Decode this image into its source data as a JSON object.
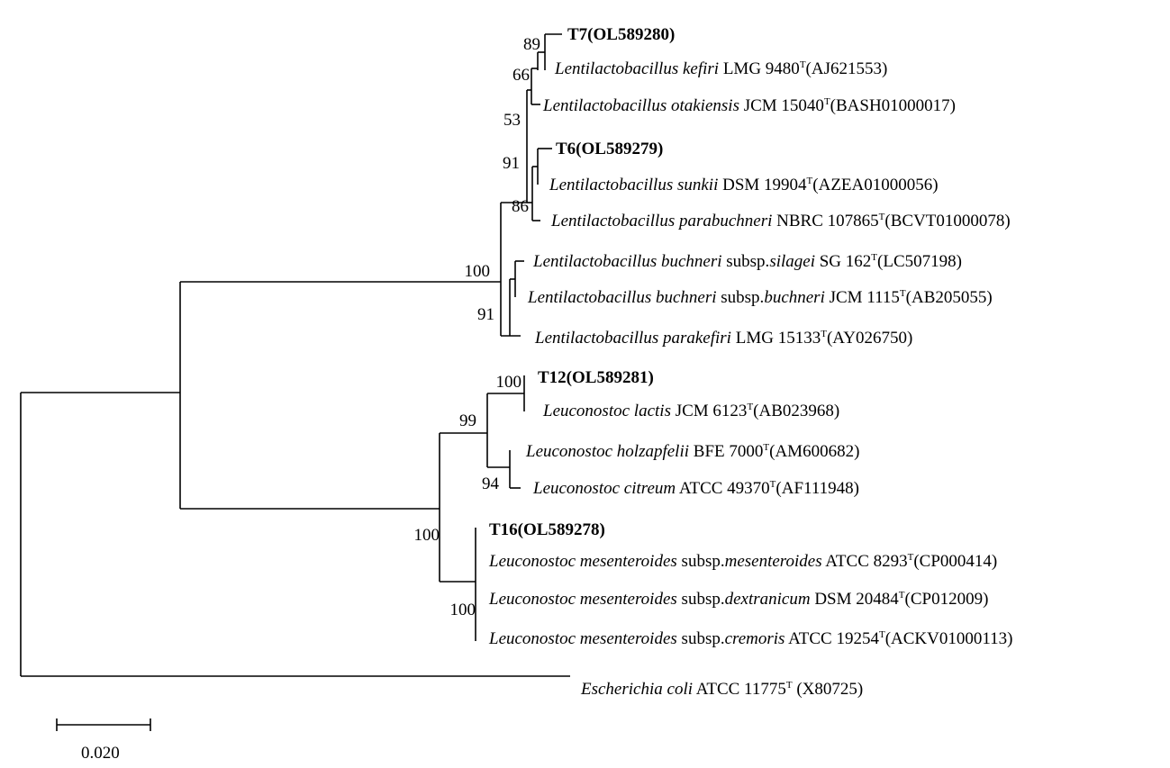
{
  "taxa": [
    {
      "id": "t7",
      "bold": true,
      "genus": "",
      "species": "",
      "subsp": "",
      "strain": "T7(OL589280)",
      "type": "",
      "acc": ""
    },
    {
      "id": "kefiri",
      "bold": false,
      "genus": "Lentilactobacillus",
      "species": "kefiri",
      "subsp": "",
      "strain": "LMG 9480",
      "type": "T",
      "acc": "(AJ621553)"
    },
    {
      "id": "otakiensis",
      "bold": false,
      "genus": "Lentilactobacillus",
      "species": "otakiensis",
      "subsp": "",
      "strain": "JCM 15040",
      "type": "T",
      "acc": "(BASH01000017)"
    },
    {
      "id": "t6",
      "bold": true,
      "genus": "",
      "species": "",
      "subsp": "",
      "strain": "T6(OL589279)",
      "type": "",
      "acc": ""
    },
    {
      "id": "sunkii",
      "bold": false,
      "genus": "Lentilactobacillus",
      "species": "sunkii",
      "subsp": "",
      "strain": "DSM 19904",
      "type": "T",
      "acc": "(AZEA01000056)"
    },
    {
      "id": "parabuchneri",
      "bold": false,
      "genus": "Lentilactobacillus",
      "species": "parabuchneri",
      "subsp": "",
      "strain": "NBRC 107865",
      "type": "T",
      "acc": "(BCVT01000078)"
    },
    {
      "id": "silagei",
      "bold": false,
      "genus": "Lentilactobacillus",
      "species": "buchneri",
      "subsp": "silagei",
      "strain": "SG 162",
      "type": "T",
      "acc": "(LC507198)"
    },
    {
      "id": "buchneri",
      "bold": false,
      "genus": "Lentilactobacillus",
      "species": "buchneri",
      "subsp": "buchneri",
      "strain": "JCM 1115",
      "type": "T",
      "acc": "(AB205055)"
    },
    {
      "id": "parakefiri",
      "bold": false,
      "genus": "Lentilactobacillus",
      "species": "parakefiri",
      "subsp": "",
      "strain": "LMG 15133",
      "type": "T",
      "acc": "(AY026750)"
    },
    {
      "id": "t12",
      "bold": true,
      "genus": "",
      "species": "",
      "subsp": "",
      "strain": "T12(OL589281)",
      "type": "",
      "acc": ""
    },
    {
      "id": "lactis",
      "bold": false,
      "genus": "Leuconostoc",
      "species": "lactis",
      "subsp": "",
      "strain": "JCM 6123",
      "type": "T",
      "acc": "(AB023968)"
    },
    {
      "id": "holzapfelii",
      "bold": false,
      "genus": "Leuconostoc",
      "species": "holzapfelii",
      "subsp": "",
      "strain": "BFE 7000",
      "type": "T",
      "acc": "(AM600682)"
    },
    {
      "id": "citreum",
      "bold": false,
      "genus": "Leuconostoc",
      "species": "citreum",
      "subsp": "",
      "strain": "ATCC 49370",
      "type": "T",
      "acc": "(AF111948)"
    },
    {
      "id": "t16",
      "bold": true,
      "genus": "",
      "species": "",
      "subsp": "",
      "strain": "T16(OL589278)",
      "type": "",
      "acc": ""
    },
    {
      "id": "mesenteroides",
      "bold": false,
      "genus": "Leuconostoc",
      "species": "mesenteroides",
      "subsp": "mesenteroides",
      "strain": "ATCC 8293",
      "type": "T",
      "acc": "(CP000414)"
    },
    {
      "id": "dextranicum",
      "bold": false,
      "genus": "Leuconostoc",
      "species": "mesenteroides",
      "subsp": "dextranicum",
      "strain": "DSM 20484",
      "type": "T",
      "acc": "(CP012009)"
    },
    {
      "id": "cremoris",
      "bold": false,
      "genus": "Leuconostoc",
      "species": "mesenteroides",
      "subsp": "cremoris",
      "strain": "ATCC 19254",
      "type": "T",
      "acc": "(ACKV01000113)"
    },
    {
      "id": "ecoli",
      "bold": false,
      "genus": "Escherichia",
      "species": "coli",
      "subsp": "",
      "strain": "ATCC 11775",
      "type": "T",
      "acc": " (X80725)"
    }
  ],
  "subsp_prefix": "subsp.",
  "bootstrap": [
    "89",
    "66",
    "53",
    "91",
    "86",
    "100",
    "91",
    "100",
    "99",
    "94",
    "100",
    "100"
  ],
  "scale_label": "0.020"
}
